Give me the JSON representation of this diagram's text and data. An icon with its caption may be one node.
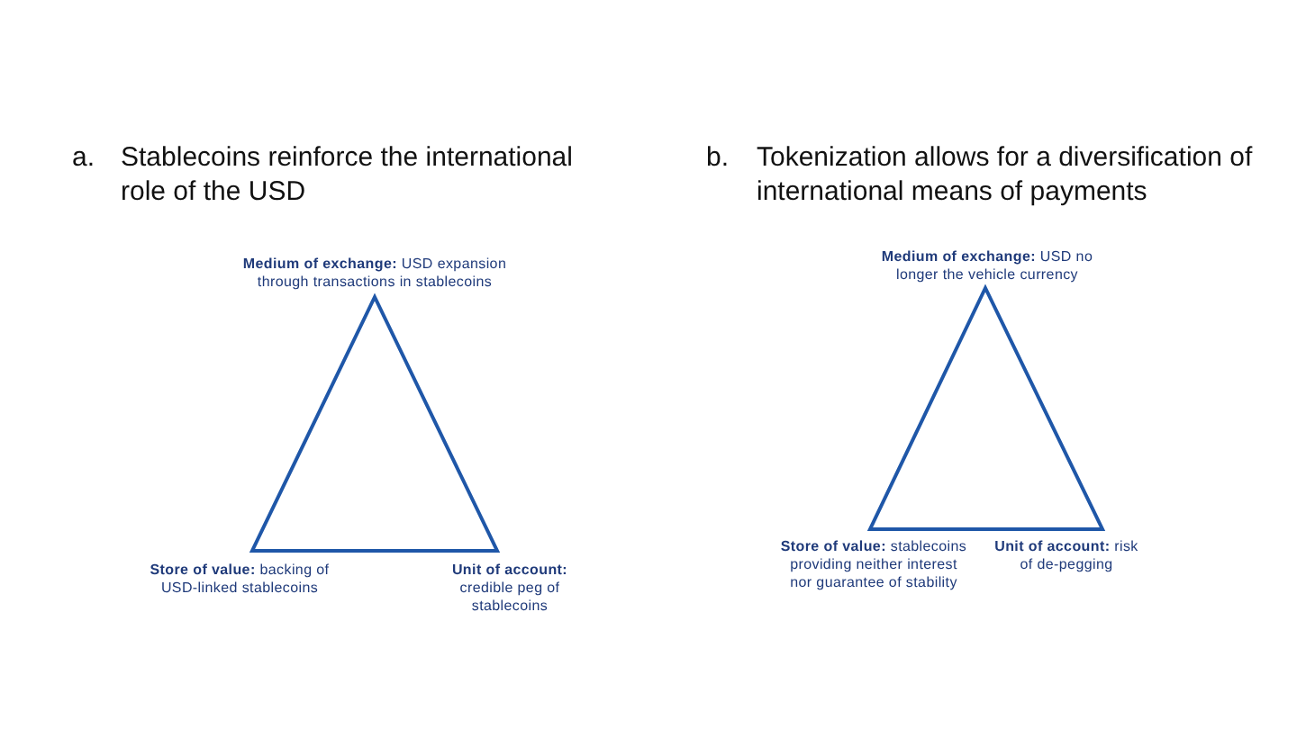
{
  "diagram": {
    "nodes": [
      {
        "text": [],
        "shape": "triangle"
      },
      {
        "text": [],
        "shape": "triangle"
      }
    ],
    "labels": [
      "a.",
      "Stablecoins reinforce the international role of the USD",
      "b.",
      "Tokenization allows for a diversification of international means of payments",
      "**Medium of exchange:** USD expansion through transactions in stablecoins",
      "**Medium of exchange:** USD no longer the vehicle currency",
      "**Store of value:** backing of USD-linked stablecoins",
      "**Unit of account:** credible peg of stablecoins",
      "**Store of value:** stablecoins providing neither interest nor guarantee of stability",
      "**Unit of account:** risk of de-pegging"
    ]
  }
}
